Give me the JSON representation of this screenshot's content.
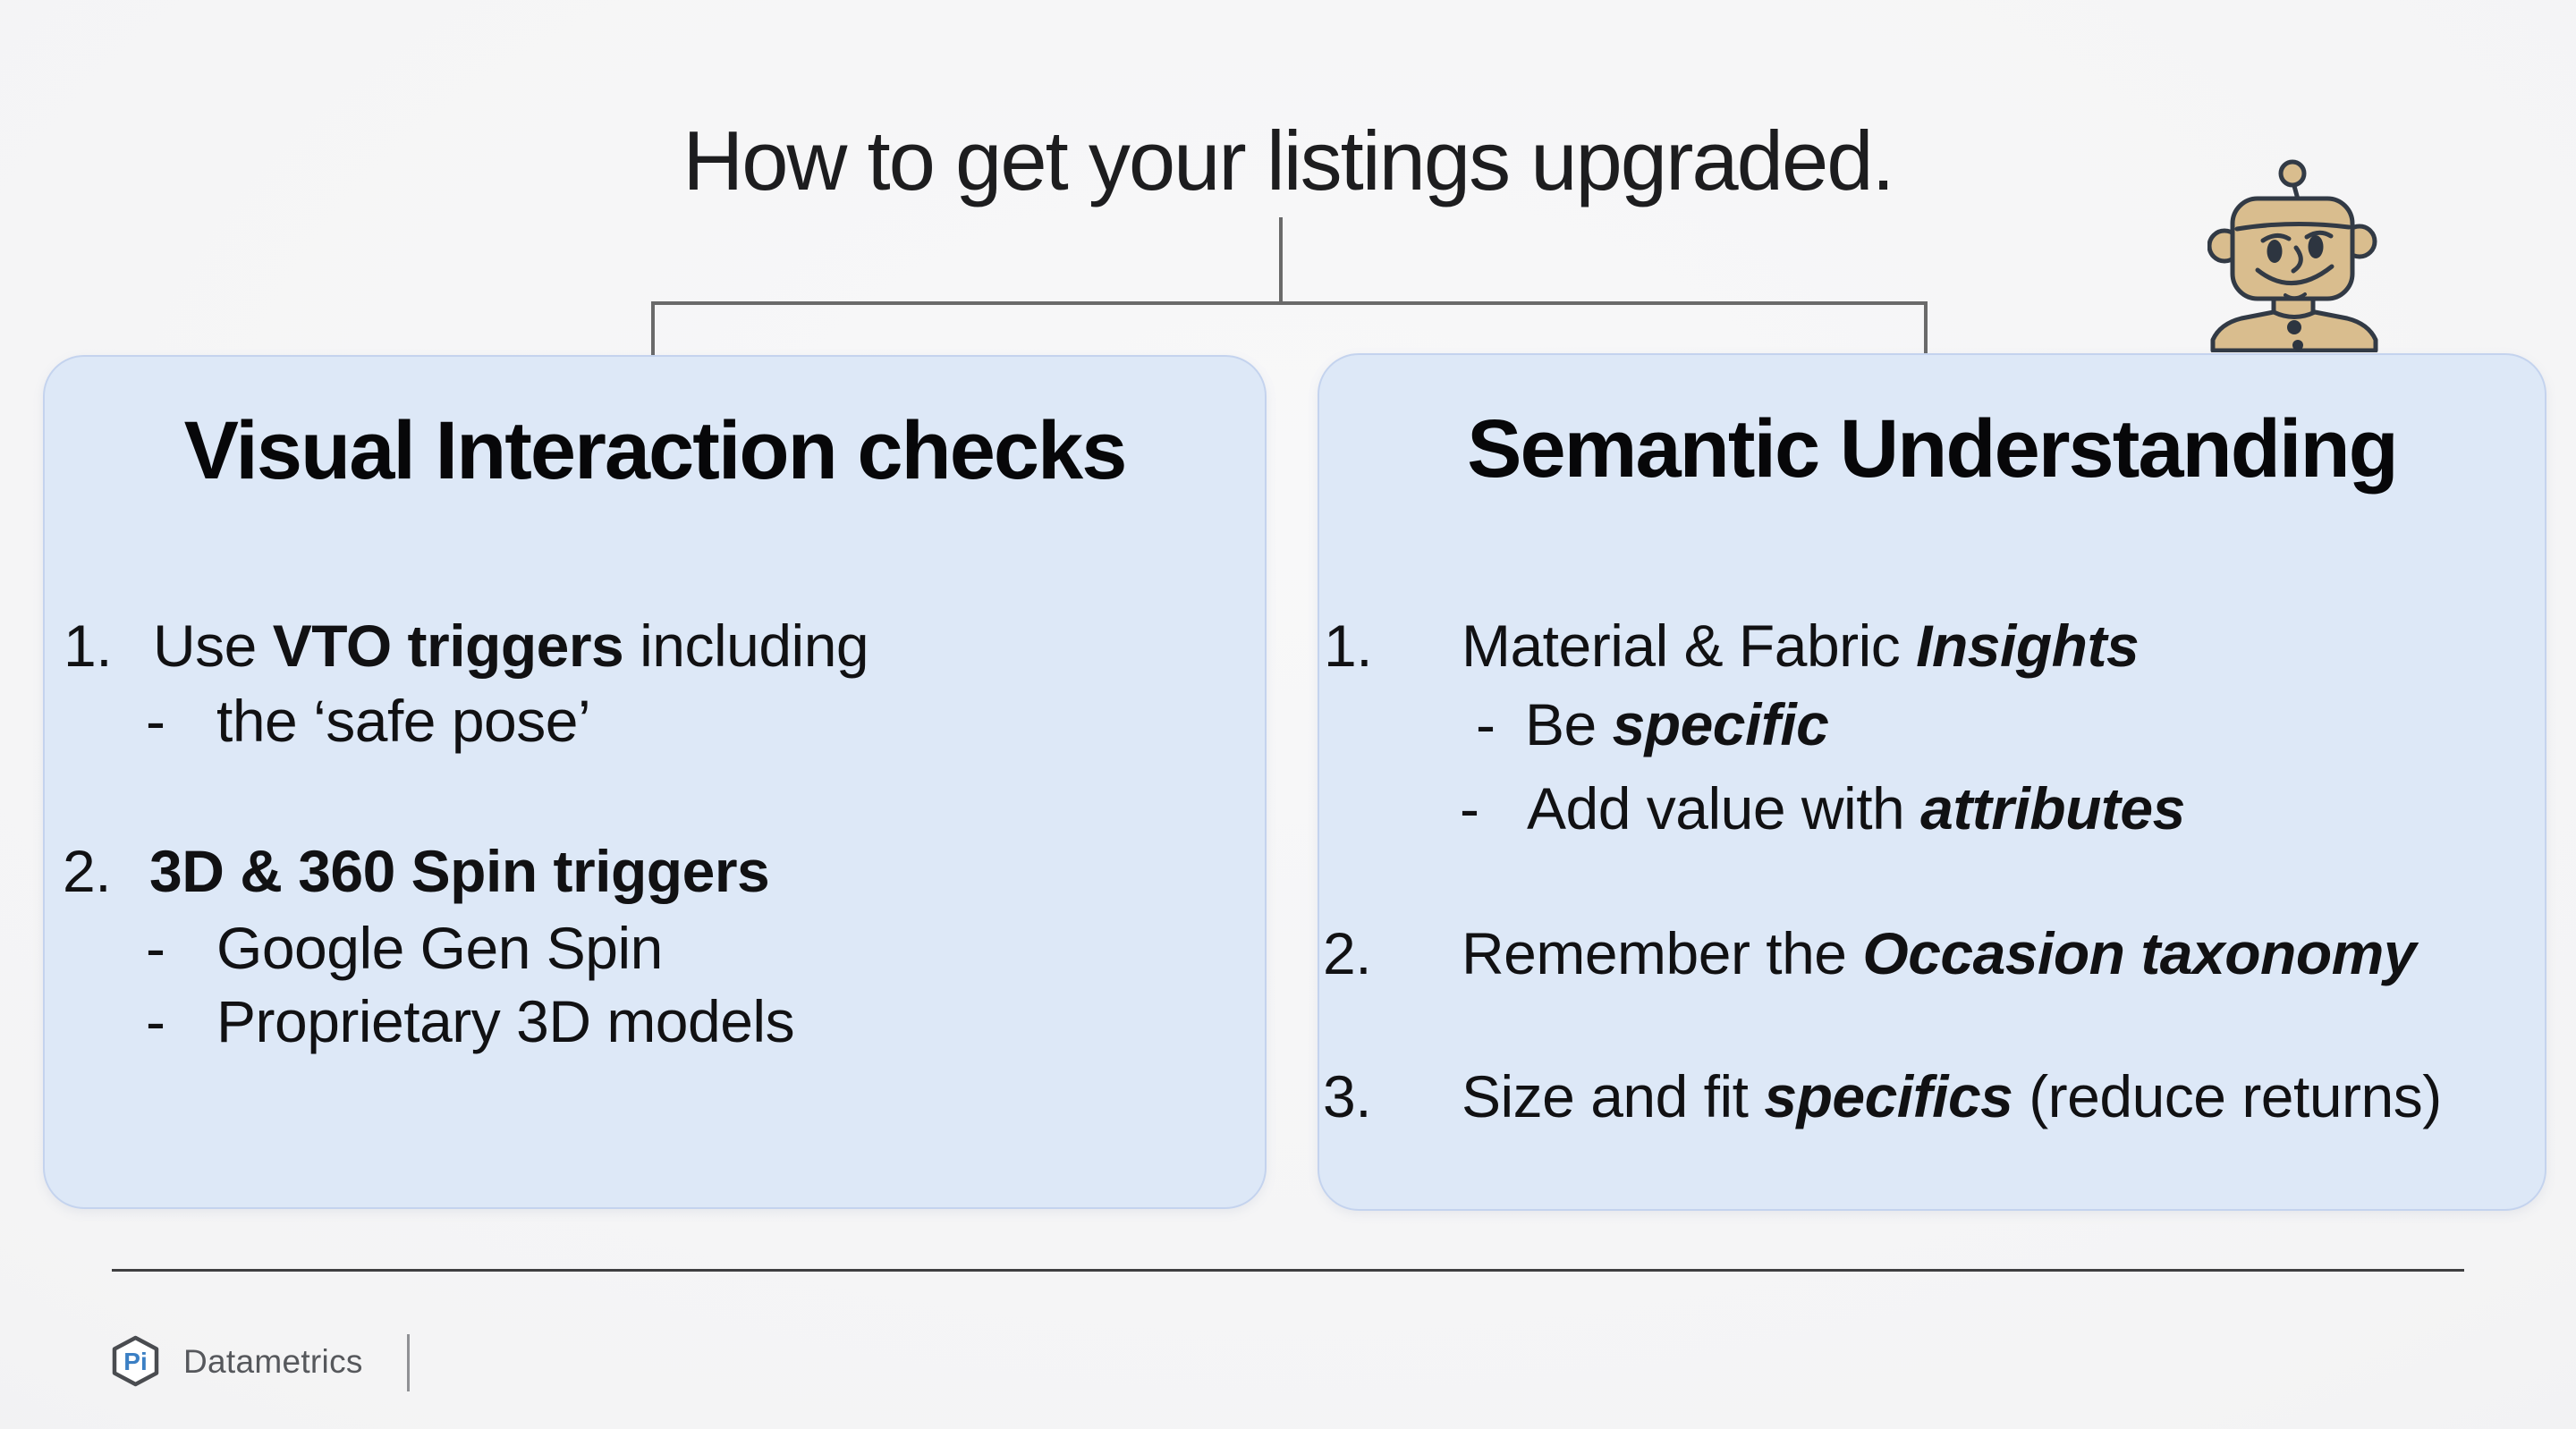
{
  "page": {
    "title": "How to get your listings upgraded."
  },
  "left_box": {
    "heading": "Visual Interaction checks",
    "item1": {
      "number": "1.",
      "run1": "Use ",
      "run2": "VTO triggers",
      "run3": " including"
    },
    "item1_sub1": {
      "marker": "-",
      "text": "the ‘safe pose’"
    },
    "item2": {
      "number": "2.",
      "run1": "3D & 360 Spin triggers"
    },
    "item2_sub1": {
      "marker": "-",
      "text": "Google Gen Spin"
    },
    "item2_sub2": {
      "marker": "-",
      "text": "Proprietary 3D models"
    }
  },
  "right_box": {
    "heading": "Semantic Understanding",
    "item1": {
      "number": "1.",
      "run1": "Material & Fabric ",
      "run2": "Insights"
    },
    "item1_sub1": {
      "marker": "-",
      "run1": "Be ",
      "run2": "specific"
    },
    "item1_sub2": {
      "marker": "-",
      "run1": "Add value with ",
      "run2": "attributes"
    },
    "item2": {
      "number": "2.",
      "run1": "Remember the ",
      "run2": "Occasion taxonomy"
    },
    "item3": {
      "number": "3.",
      "run1": "Size and fit ",
      "run2": "specifics",
      "run3": " (reduce returns)"
    }
  },
  "footer": {
    "brand": "Datametrics",
    "logo_monogram": "Pi"
  },
  "icons": {
    "robot": "robot-mascot",
    "logo_hexagon": "hexagon-pi-logo"
  },
  "colors": {
    "box_fill": "#dde8f7",
    "box_border": "#c4d3ee",
    "connector_gray": "#6a6a6a",
    "footer_rule": "#3f3f41",
    "brand_text": "#56585c",
    "accent_blue": "#3b7fc4",
    "robot_tan": "#d9bd8e",
    "robot_outline": "#323a45",
    "text": "#111113"
  }
}
